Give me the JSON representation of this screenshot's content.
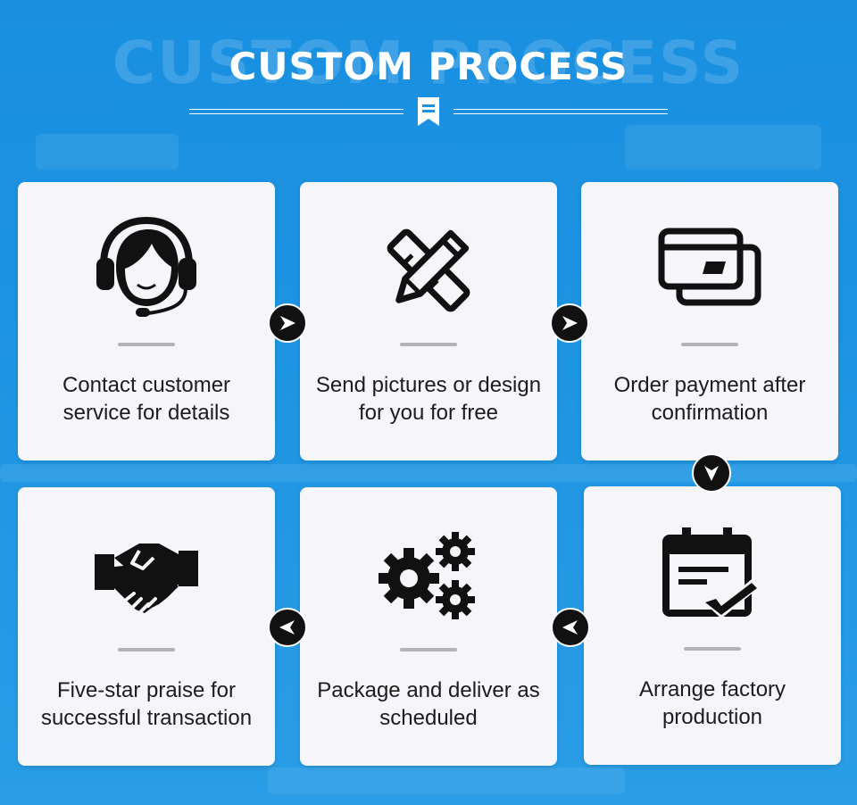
{
  "header": {
    "watermark": "CUSTOM PROCESS",
    "title": "CUSTOM PROCESS",
    "badge_icon": "bookmark-icon"
  },
  "steps": [
    {
      "label": "Contact customer service for details",
      "icon": "headset-icon"
    },
    {
      "label": "Send pictures or design for you for free",
      "icon": "pencil-ruler-icon"
    },
    {
      "label": "Order payment after confirmation",
      "icon": "credit-card-icon"
    },
    {
      "label": "Arrange factory production",
      "icon": "calendar-check-icon"
    },
    {
      "label": "Package and deliver as scheduled",
      "icon": "gears-icon"
    },
    {
      "label": "Five-star praise for successful transaction",
      "icon": "handshake-icon"
    }
  ],
  "arrows": [
    "right",
    "right",
    "down",
    "left",
    "left"
  ],
  "colors": {
    "background": "#1d94e2",
    "card": "#f6f6fa",
    "accent": "#111111"
  }
}
